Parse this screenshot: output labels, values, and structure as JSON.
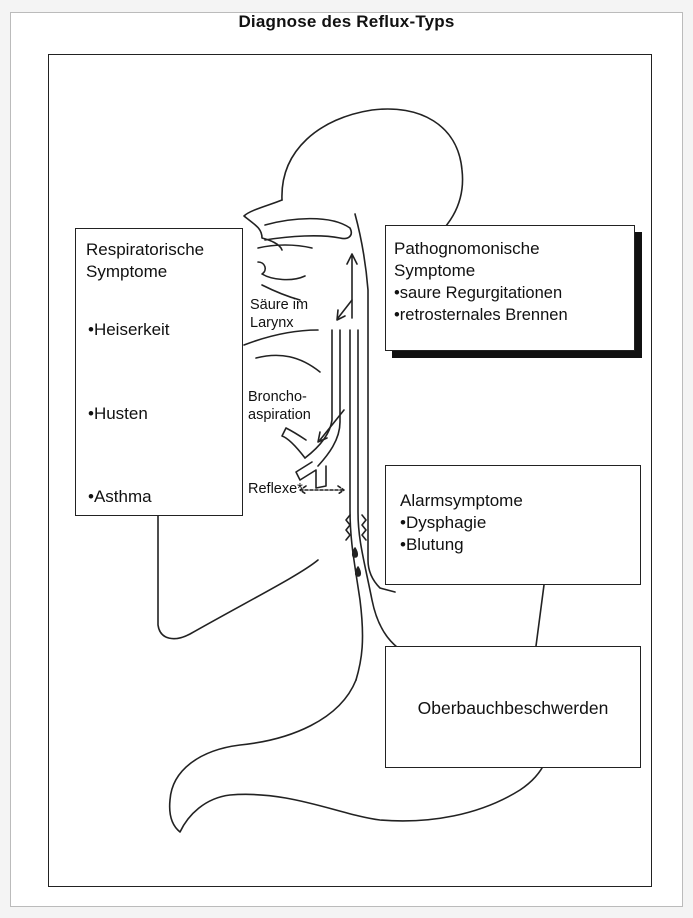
{
  "title": "Diagnose des Reflux-Typs",
  "respiratory_box": {
    "heading_line1": "Respiratorische",
    "heading_line2": "Symptome",
    "symptoms": [
      "Heiserkeit",
      "Husten",
      "Asthma"
    ]
  },
  "pathognomonic_box": {
    "heading_line1": "Pathognomonische",
    "heading_line2": "Symptome",
    "symptoms": [
      "saure Regurgitationen",
      "retrosternales Brennen"
    ]
  },
  "alarm_box": {
    "heading": "Alarmsymptome",
    "symptoms": [
      "Dysphagie",
      "Blutung"
    ],
    "icon": "alarm-light-icon"
  },
  "upper_abdominal_box": {
    "label": "Oberbauchbeschwerden"
  },
  "diagram_labels": {
    "acid_larynx_line1": "Säure im",
    "acid_larynx_line2": "Larynx",
    "bronchoaspiration_line1": "Broncho-",
    "bronchoaspiration_line2": "aspiration",
    "reflexes": "Reflexe*"
  }
}
